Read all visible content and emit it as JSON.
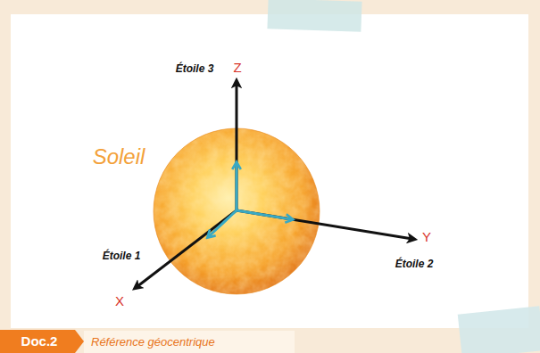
{
  "diagram": {
    "caption": "Référence géocentrique",
    "labels": [
      "Soleil",
      "Z",
      "Étoile 3",
      "Y",
      "Étoile 2",
      "X",
      "Étoile 1",
      "Doc.2"
    ]
  }
}
